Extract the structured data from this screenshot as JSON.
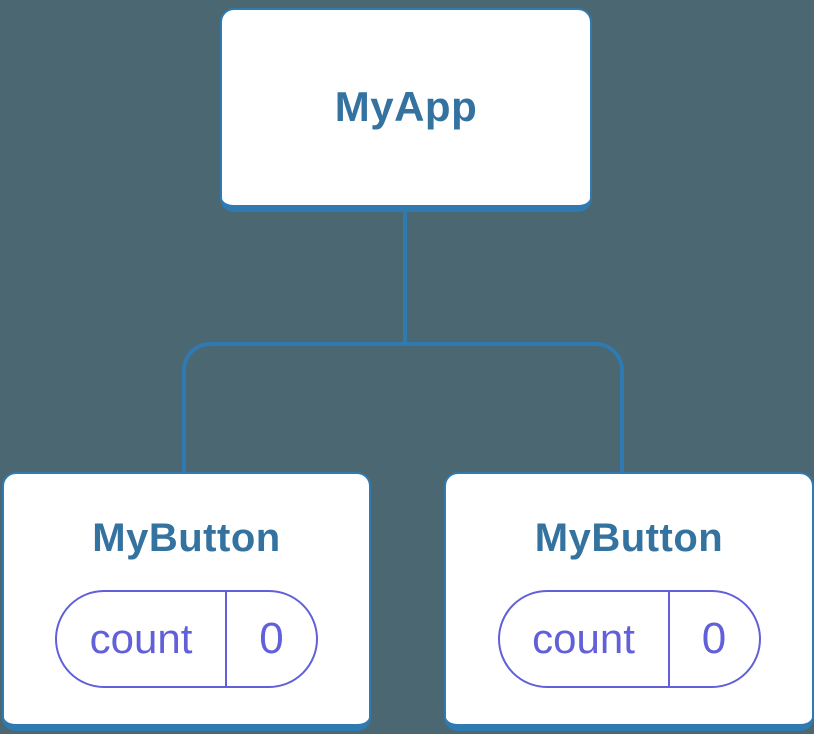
{
  "diagram": {
    "type": "component-tree",
    "colors": {
      "background": "#4b6872",
      "connector_blue": "#2f7ab0",
      "node_title_text": "#3472a0",
      "state_violet": "#6160d9",
      "card_background": "#ffffff"
    },
    "tree": {
      "root": {
        "label": "MyApp"
      },
      "children": [
        {
          "label": "MyButton",
          "state": {
            "key": "count",
            "value": "0"
          }
        },
        {
          "label": "MyButton",
          "state": {
            "key": "count",
            "value": "0"
          }
        }
      ]
    }
  }
}
